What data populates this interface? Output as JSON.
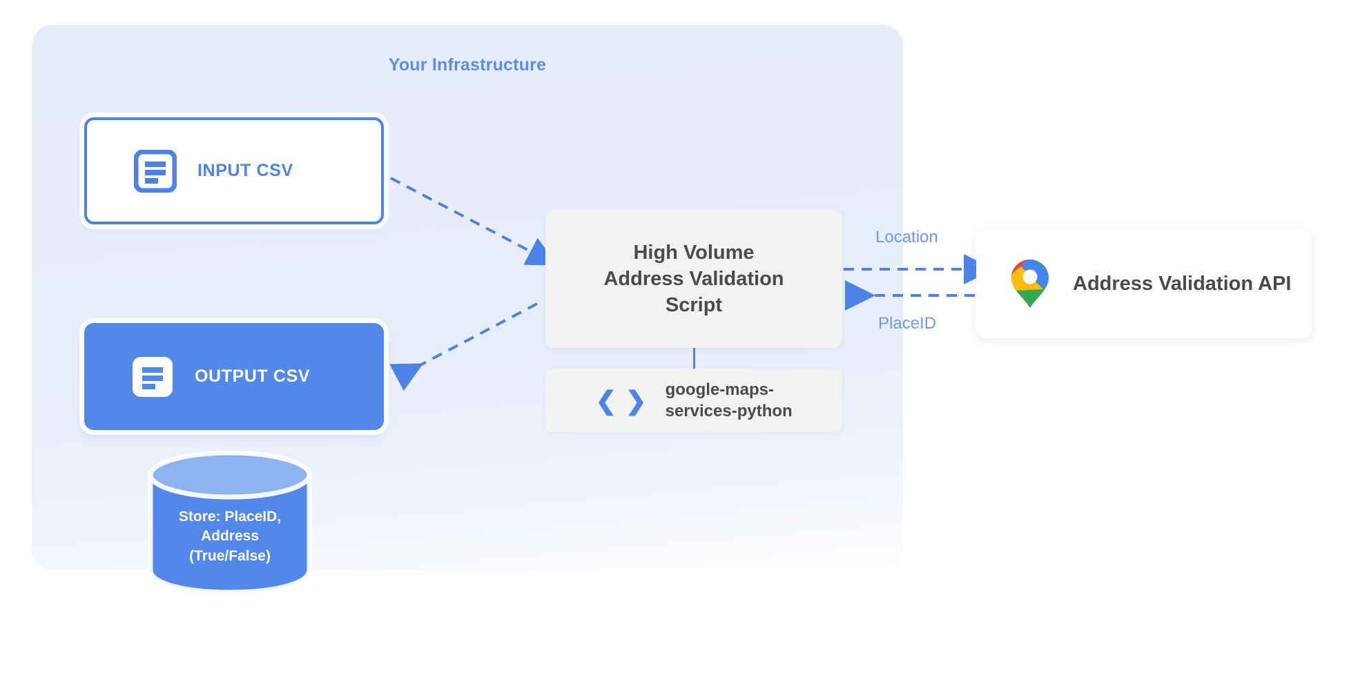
{
  "panel": {
    "title": "Your Infrastructure"
  },
  "nodes": {
    "input_csv": {
      "label": "INPUT CSV",
      "icon": "document-icon"
    },
    "output_csv": {
      "label": "OUTPUT CSV",
      "icon": "document-icon"
    },
    "script": {
      "label": "High Volume\nAddress Validation\nScript"
    },
    "library": {
      "label": "google-maps-\nservices-python",
      "icon": "code-icon",
      "icon_glyph": "❮ ❯"
    },
    "api": {
      "label": "Address Validation API",
      "icon": "google-maps-pin-icon"
    },
    "database": {
      "label": "Store: PlaceID,\nAddress\n(True/False)"
    }
  },
  "edges": {
    "location": "Location",
    "placeid": "PlaceID"
  },
  "colors": {
    "panel_bg": "#e8edfa",
    "accent_blue": "#4d82e8",
    "label_blue": "#6d9bf1",
    "title_blue": "#5b8def",
    "card_gray": "#f2f2f0",
    "text_gray": "#4a4a4a",
    "output_blue": "#5188ea",
    "db_top": "#8fb2f0",
    "pin_blue": "#4285f4",
    "pin_red": "#ea4335",
    "pin_yellow": "#fbbc04",
    "pin_green": "#34a853"
  }
}
